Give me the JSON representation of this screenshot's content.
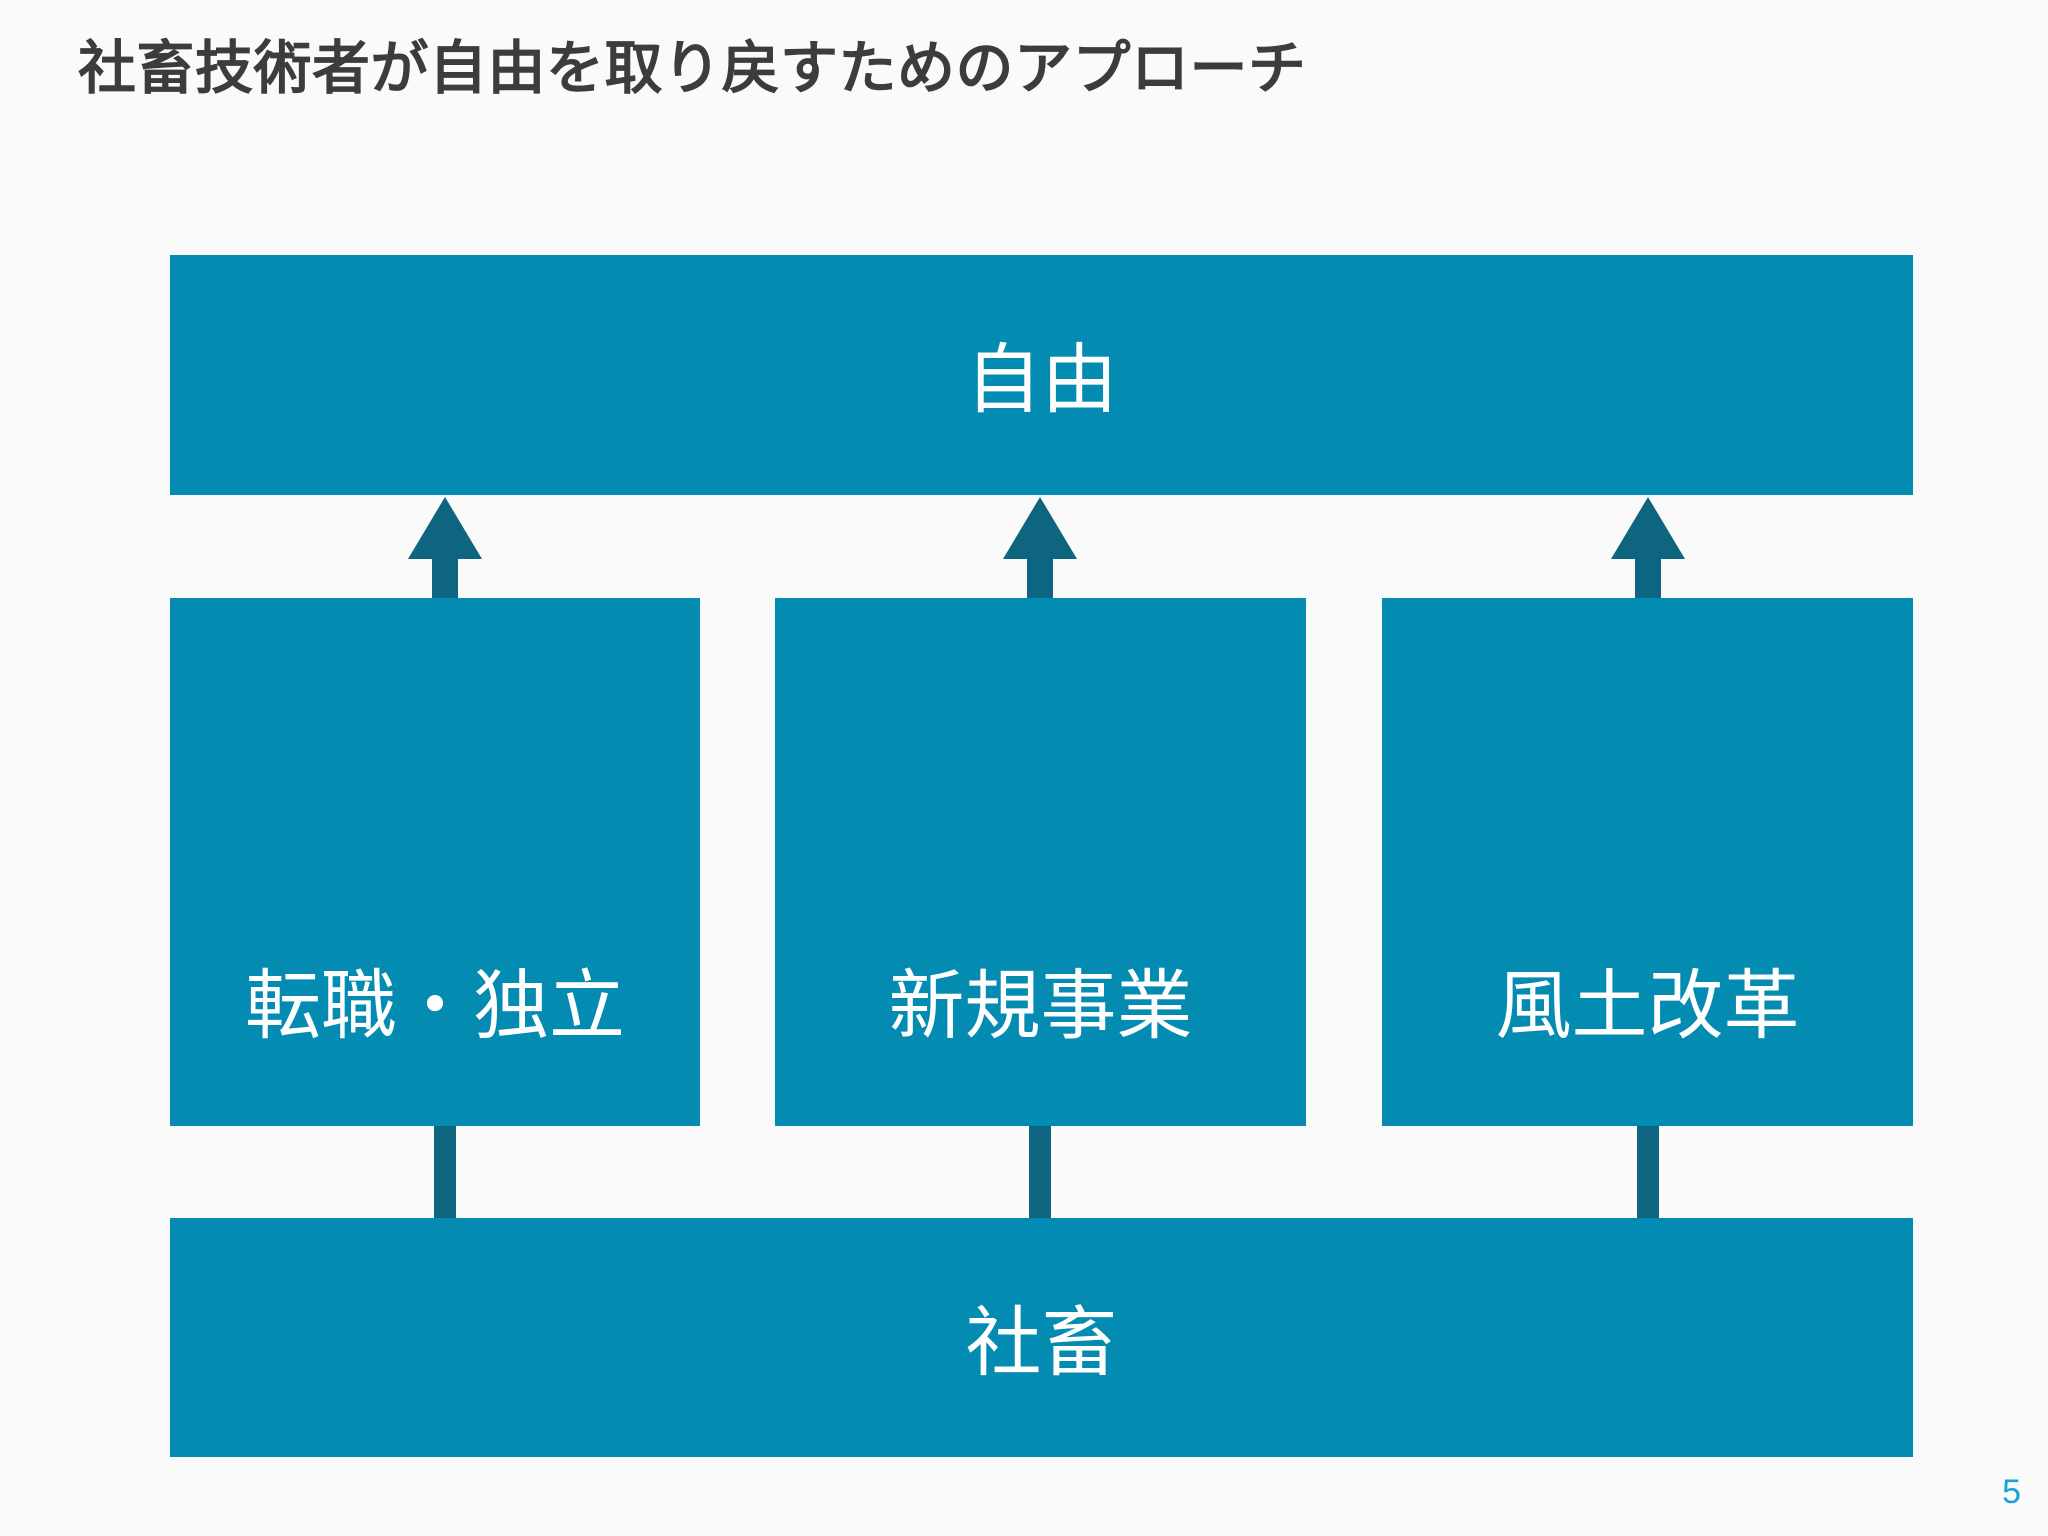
{
  "slide": {
    "title": "社畜技術者が自由を取り戻すためのアプローチ",
    "page_number": "5",
    "background_color": "#FAFAFA",
    "title_color": "#3C3C3C",
    "accent_color": "#048BB2",
    "connector_color": "#0D6580",
    "page_number_color": "#1CA3D6"
  },
  "diagram": {
    "type": "flow",
    "goal": {
      "label": "自由"
    },
    "start": {
      "label": "社畜"
    },
    "options": [
      {
        "label": "転職・独立"
      },
      {
        "label": "新規事業"
      },
      {
        "label": "風土改革"
      }
    ],
    "connectors": {
      "arrow_up_icon": "arrow-up-icon",
      "line_icon": "vertical-line-icon"
    }
  }
}
